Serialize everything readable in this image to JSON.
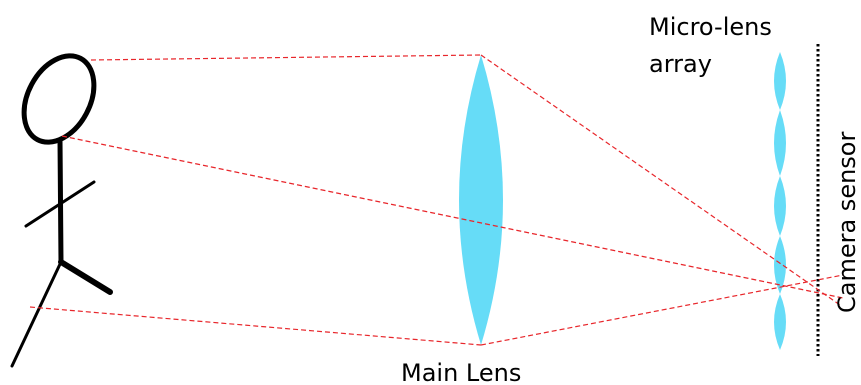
{
  "labels": {
    "micro_lens_line1": "Micro-lens",
    "micro_lens_line2": "array",
    "camera_sensor": "Camera sensor",
    "main_lens": "Main Lens"
  },
  "colors": {
    "lens_fill": "#66dcf7",
    "ray": "#e8262b",
    "figure": "#000000",
    "sensor": "#000000"
  }
}
